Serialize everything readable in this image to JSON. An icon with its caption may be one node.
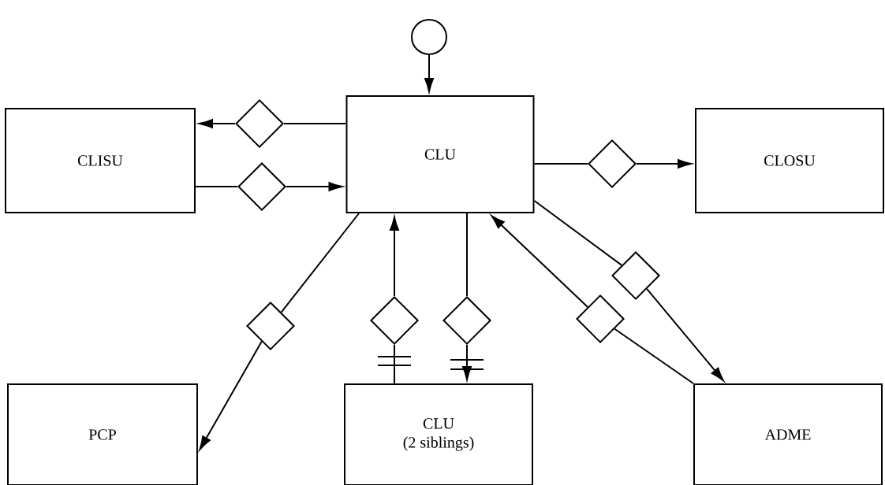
{
  "diagram": {
    "nodes": [
      {
        "text": [],
        "shape": "circle"
      },
      {
        "text": [
          "CLISU"
        ]
      },
      {
        "text": [
          "CLU"
        ]
      },
      {
        "text": [
          "CLOSU"
        ]
      },
      {
        "text": [
          "PCP"
        ]
      },
      {
        "text": [
          "CLU",
          "(2 siblings)"
        ]
      },
      {
        "text": [
          "ADME"
        ]
      },
      {
        "text": [],
        "shape": "diamond"
      },
      {
        "text": [],
        "shape": "diamond"
      },
      {
        "text": [],
        "shape": "diamond"
      },
      {
        "text": [],
        "shape": "diamond"
      },
      {
        "text": [],
        "shape": "diamond"
      },
      {
        "text": [],
        "shape": "diamond"
      },
      {
        "text": [],
        "shape": "diamond"
      },
      {
        "text": [],
        "shape": "diamond"
      }
    ],
    "edges": [
      {
        "from": 0,
        "to": 2,
        "arrow": "to"
      },
      {
        "from": 2,
        "to": 7,
        "arrow": "none"
      },
      {
        "from": 7,
        "to": 1,
        "arrow": "to"
      },
      {
        "from": 1,
        "to": 9,
        "arrow": "none"
      },
      {
        "from": 9,
        "to": 2,
        "arrow": "to"
      },
      {
        "from": 2,
        "to": 8,
        "arrow": "none"
      },
      {
        "from": 8,
        "to": 3,
        "arrow": "to"
      },
      {
        "from": 2,
        "to": 10,
        "arrow": "none"
      },
      {
        "from": 10,
        "to": 6,
        "arrow": "to"
      },
      {
        "from": 6,
        "to": 14,
        "arrow": "none"
      },
      {
        "from": 14,
        "to": 2,
        "arrow": "to"
      },
      {
        "from": 2,
        "to": 11,
        "arrow": "none"
      },
      {
        "from": 11,
        "to": 4,
        "arrow": "to"
      },
      {
        "from": 5,
        "to": 12,
        "arrow": "none"
      },
      {
        "from": 12,
        "to": 2,
        "arrow": "to"
      },
      {
        "from": 2,
        "to": 13,
        "arrow": "none"
      },
      {
        "from": 13,
        "to": 5,
        "arrow": "to"
      }
    ]
  }
}
